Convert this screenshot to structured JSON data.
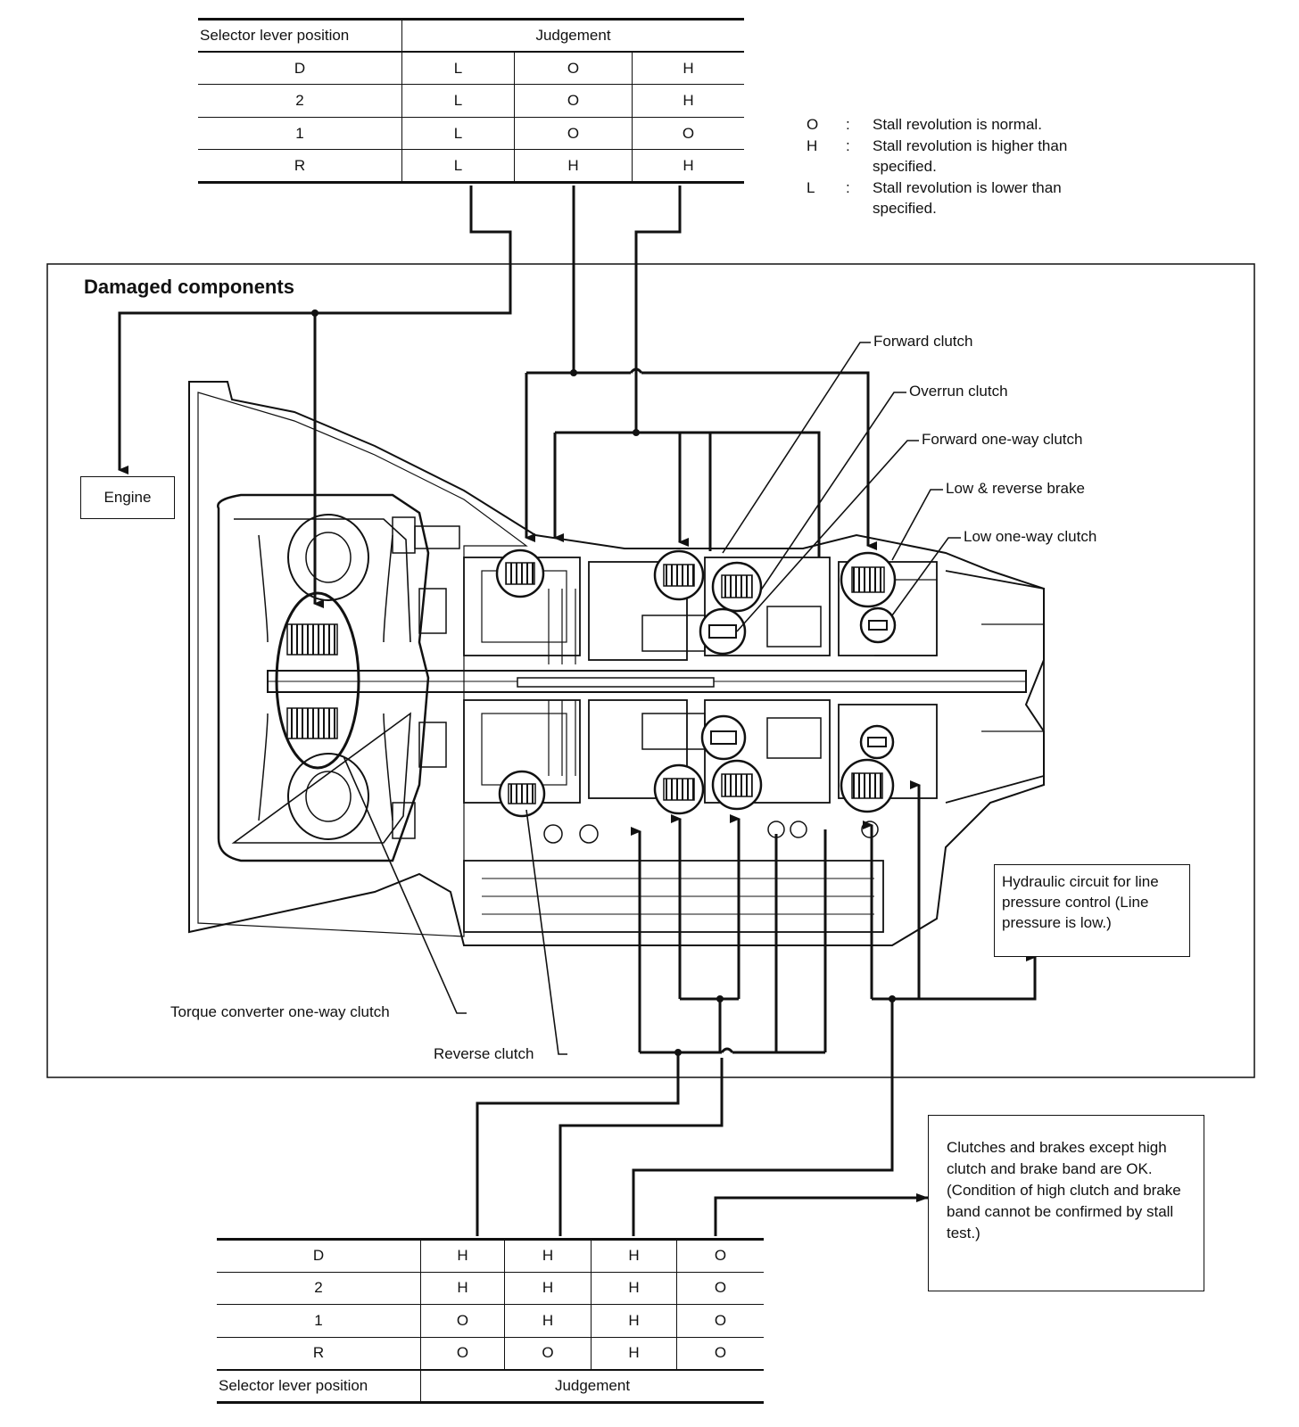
{
  "top_table": {
    "header": {
      "selector": "Selector lever position",
      "judgement": "Judgement"
    },
    "rows": [
      {
        "position": "D",
        "values": [
          "L",
          "O",
          "H"
        ]
      },
      {
        "position": "2",
        "values": [
          "L",
          "O",
          "H"
        ]
      },
      {
        "position": "1",
        "values": [
          "L",
          "O",
          "O"
        ]
      },
      {
        "position": "R",
        "values": [
          "L",
          "H",
          "H"
        ]
      }
    ]
  },
  "legend": [
    {
      "symbol": "O",
      "text": "Stall revolution is normal."
    },
    {
      "symbol": "H",
      "text": "Stall revolution is higher than specified."
    },
    {
      "symbol": "L",
      "text": "Stall revolution is lower than specified."
    }
  ],
  "legend_colon": ":",
  "diagram": {
    "title": "Damaged components",
    "engine": "Engine",
    "components": {
      "forward_clutch": "Forward clutch",
      "overrun_clutch": "Overrun clutch",
      "forward_one_way_clutch": "Forward one-way clutch",
      "low_reverse_brake": "Low & reverse brake",
      "low_one_way_clutch": "Low one-way clutch",
      "torque_converter_one_way_clutch": "Torque converter one-way clutch",
      "reverse_clutch": "Reverse clutch"
    },
    "hydraulic_box": "Hydraulic circuit for line pressure control (Line pressure is low.)"
  },
  "note_box": "Clutches and brakes except high clutch and brake band are OK. (Condition of high clutch and brake band cannot be confirmed by stall test.)",
  "bottom_table": {
    "rows": [
      {
        "position": "D",
        "values": [
          "H",
          "H",
          "H",
          "O"
        ]
      },
      {
        "position": "2",
        "values": [
          "H",
          "H",
          "H",
          "O"
        ]
      },
      {
        "position": "1",
        "values": [
          "O",
          "H",
          "H",
          "O"
        ]
      },
      {
        "position": "R",
        "values": [
          "O",
          "O",
          "H",
          "O"
        ]
      }
    ],
    "footer": {
      "selector": "Selector lever position",
      "judgement": "Judgement"
    }
  }
}
